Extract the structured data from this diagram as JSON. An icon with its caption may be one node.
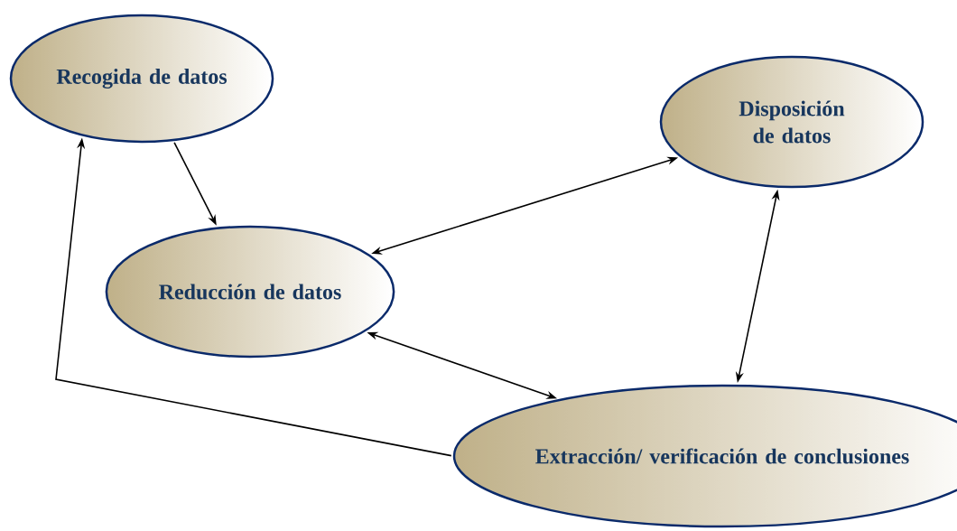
{
  "diagram": {
    "nodes": [
      {
        "text": [
          "Recogida de datos"
        ]
      },
      {
        "text": [
          "Reducción de datos"
        ]
      },
      {
        "text": [
          "Disposición de datos"
        ]
      },
      {
        "text": [
          "Extracción/ verificación de conclusiones"
        ]
      }
    ],
    "edges": [
      {
        "from": 0,
        "to": 1,
        "arrow": "to"
      },
      {
        "from": 1,
        "to": 2,
        "arrow": "both"
      },
      {
        "from": 1,
        "to": 3,
        "arrow": "both"
      },
      {
        "from": 2,
        "to": 3,
        "arrow": "both"
      },
      {
        "from": 3,
        "to": 0,
        "arrow": "to"
      }
    ]
  }
}
